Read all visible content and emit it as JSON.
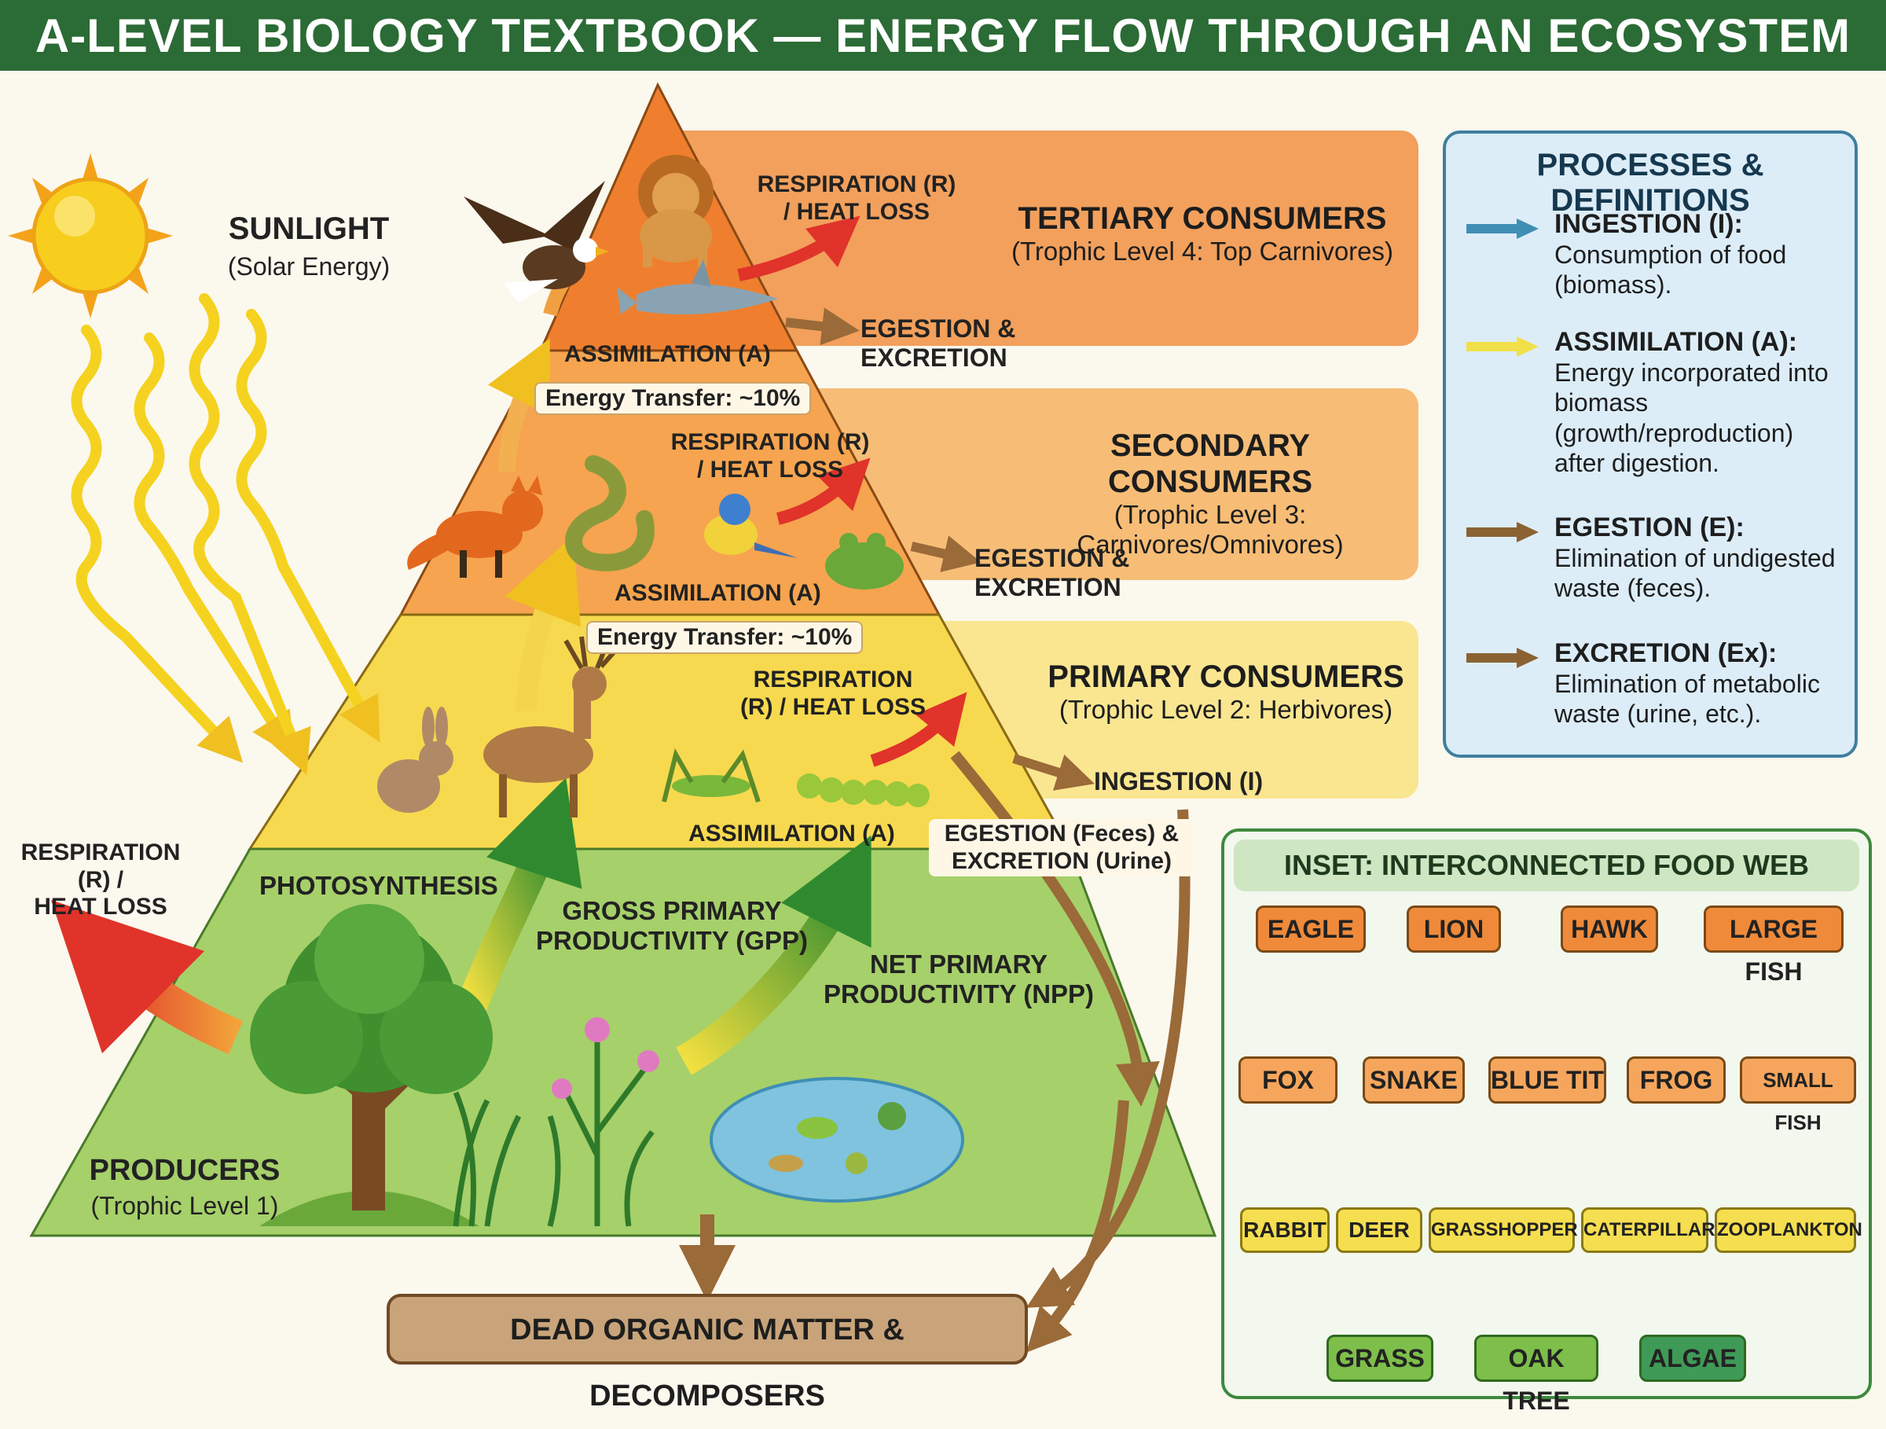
{
  "header": {
    "title": "A-LEVEL BIOLOGY TEXTBOOK — ENERGY FLOW THROUGH AN ECOSYSTEM"
  },
  "sunlight": {
    "title": "SUNLIGHT",
    "subtitle": "(Solar Energy)"
  },
  "left_respiration": {
    "line1": "RESPIRATION",
    "line2": "(R) /",
    "line3": "HEAT LOSS"
  },
  "levels": {
    "tertiary": {
      "title": "TERTIARY CONSUMERS",
      "subtitle": "(Trophic Level 4: Top Carnivores)",
      "respiration_line1": "RESPIRATION (R)",
      "respiration_line2": "/ HEAT LOSS",
      "egestion": "EGESTION & EXCRETION",
      "assimilation": "ASSIMILATION (A)"
    },
    "secondary": {
      "title": "SECONDARY CONSUMERS",
      "subtitle_line1": "(Trophic Level 3:",
      "subtitle_line2": "Carnivores/Omnivores)",
      "transfer": "Energy Transfer: ~10%",
      "respiration_line1": "RESPIRATION (R)",
      "respiration_line2": "/ HEAT LOSS",
      "egestion": "EGESTION & EXCRETION",
      "assimilation": "ASSIMILATION (A)"
    },
    "primary": {
      "title": "PRIMARY CONSUMERS",
      "subtitle": "(Trophic Level 2: Herbivores)",
      "transfer": "Energy Transfer: ~10%",
      "respiration_line1": "RESPIRATION",
      "respiration_line2": "(R) / HEAT LOSS",
      "ingestion": "INGESTION (I)",
      "assimilation": "ASSIMILATION (A)",
      "egestion_line1": "EGESTION (Feces) &",
      "egestion_line2": "EXCRETION (Urine)"
    },
    "producers": {
      "title": "PRODUCERS",
      "subtitle": "(Trophic Level 1)",
      "photosynthesis": "PHOTOSYNTHESIS",
      "gpp_line1": "GROSS PRIMARY",
      "gpp_line2": "PRODUCTIVITY (GPP)",
      "npp_line1": "NET PRIMARY",
      "npp_line2": "PRODUCTIVITY (NPP)"
    }
  },
  "dead_matter": "DEAD ORGANIC MATTER & DECOMPOSERS",
  "definitions": {
    "title": "PROCESSES & DEFINITIONS",
    "items": [
      {
        "term": "INGESTION (I):",
        "desc_line1": "Consumption of food",
        "desc_line2": "(biomass).",
        "color": "#3f8fb4"
      },
      {
        "term": "ASSIMILATION (A):",
        "desc_line1": "Energy incorporated into",
        "desc_line2": "biomass",
        "desc_line3": "(growth/reproduction)",
        "desc_line4": "after digestion.",
        "color": "#f2e04a"
      },
      {
        "term": "EGESTION (E):",
        "desc_line1": "Elimination of undigested",
        "desc_line2": "waste (feces).",
        "color": "#8a6232"
      },
      {
        "term": "EXCRETION (Ex):",
        "desc_line1": "Elimination of metabolic",
        "desc_line2": "waste (urine, etc.).",
        "color": "#8a6232"
      }
    ]
  },
  "food_web": {
    "title": "INSET: INTERCONNECTED FOOD WEB",
    "top": [
      "EAGLE",
      "LION",
      "HAWK",
      "LARGE FISH"
    ],
    "secondary": [
      "FOX",
      "SNAKE",
      "BLUE TIT",
      "FROG",
      "SMALL FISH"
    ],
    "primary": [
      "RABBIT",
      "DEER",
      "GRASSHOPPER",
      "CATERPILLAR",
      "ZOOPLANKTON"
    ],
    "producers": [
      "GRASS",
      "OAK TREE",
      "ALGAE"
    ]
  },
  "colors": {
    "header": "#2b6b35",
    "tertiary": "#ef7f2e",
    "secondary": "#f6a44f",
    "primary": "#f7d94f",
    "producers": "#a6d06a",
    "heat_arrow": "#e0332a",
    "growth_arrow": "#2f8a2f",
    "waste_arrow": "#9a6a38"
  }
}
